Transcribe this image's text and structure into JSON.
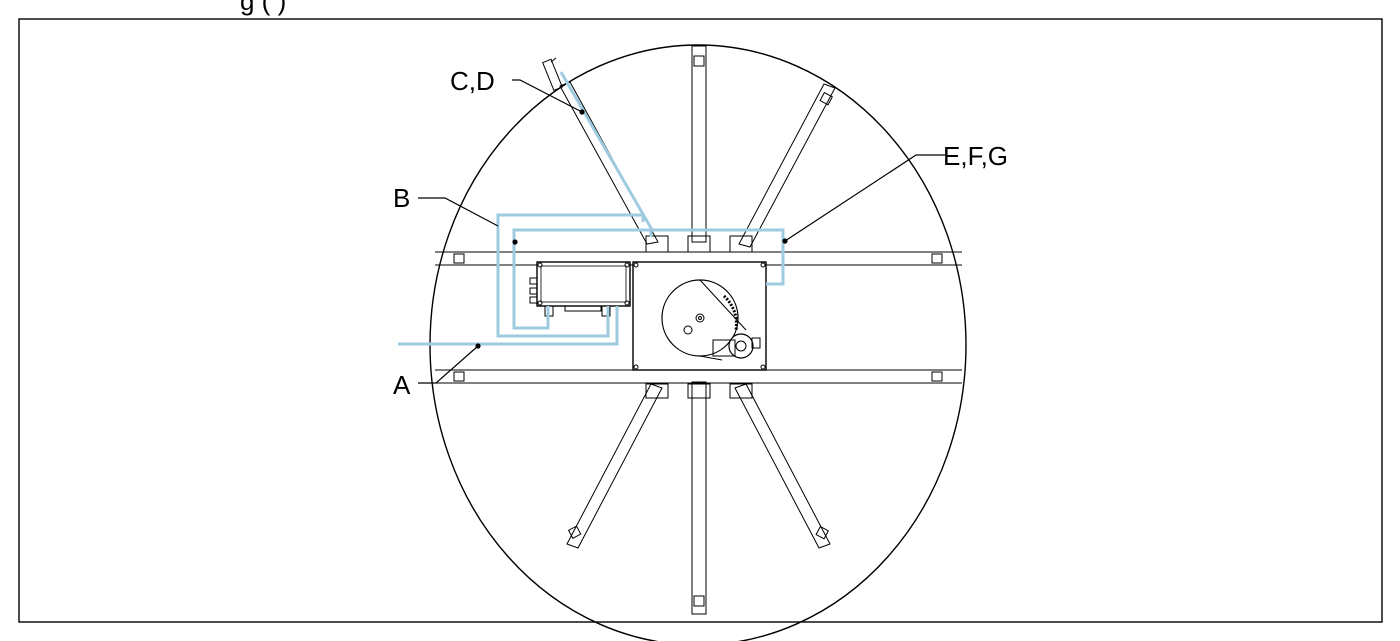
{
  "figure": {
    "caption_partial": "g                                        (         )",
    "colors": {
      "cable": "#9ecbe0",
      "line": "#000000",
      "frame": "#000000"
    }
  },
  "callouts": {
    "a": "A",
    "b": "B",
    "cd": "C,D",
    "efg": "E,F,G"
  }
}
